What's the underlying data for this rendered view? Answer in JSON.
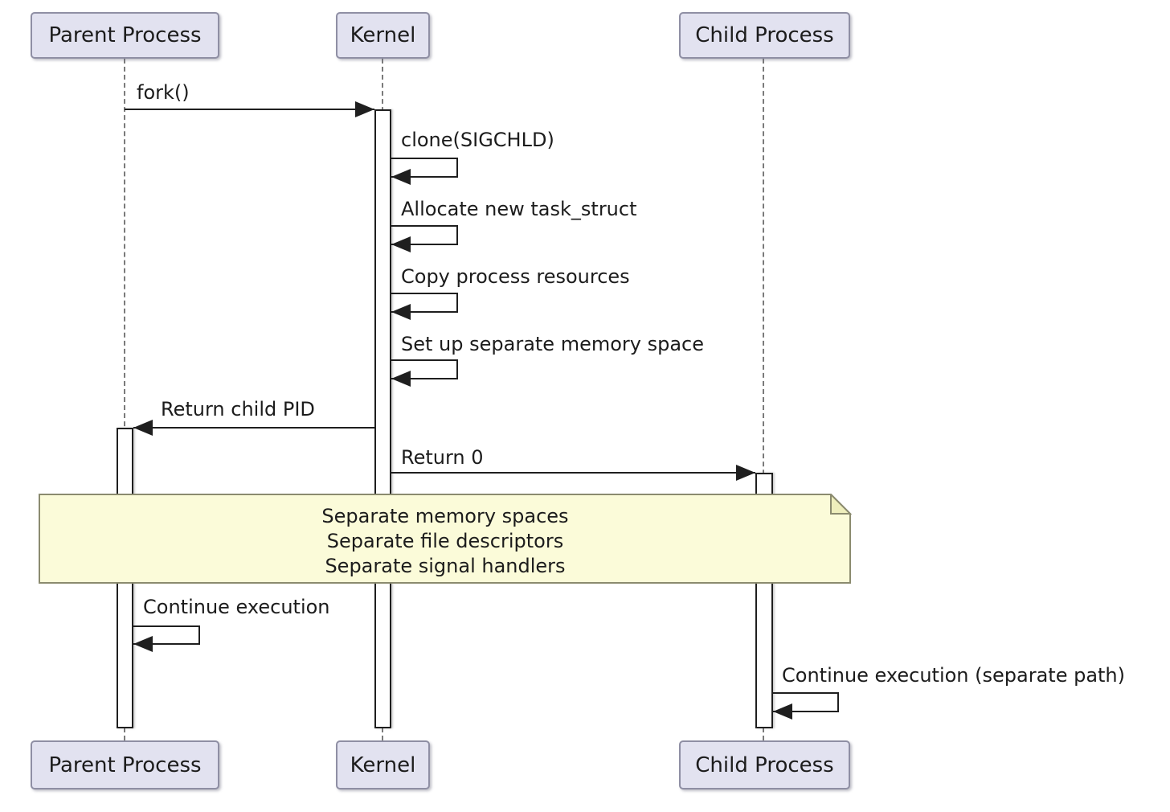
{
  "participants": [
    {
      "label": "Parent Process"
    },
    {
      "label": "Kernel"
    },
    {
      "label": "Child Process"
    }
  ],
  "messages": {
    "fork": "fork()",
    "clone": "clone(SIGCHLD)",
    "allocate": "Allocate new task_struct",
    "copy": "Copy process resources",
    "setup": "Set up separate memory space",
    "return_child_pid": "Return child PID",
    "return_zero": "Return 0",
    "continue_parent": "Continue execution",
    "continue_child": "Continue execution (separate path)"
  },
  "note": {
    "line1": "Separate memory spaces",
    "line2": "Separate file descriptors",
    "line3": "Separate signal handlers"
  },
  "colors": {
    "background": "#ffffff",
    "participant_fill": "#e2e2f0",
    "participant_border": "#8f8fa4",
    "activation_fill": "#ffffff",
    "note_fill": "#fbfbd9",
    "note_fold": "#eeeebc",
    "note_border": "#8b8b6f",
    "line": "#1f1f1f",
    "lifeline": "#7a7a7a",
    "text": "#1c1c1c"
  }
}
